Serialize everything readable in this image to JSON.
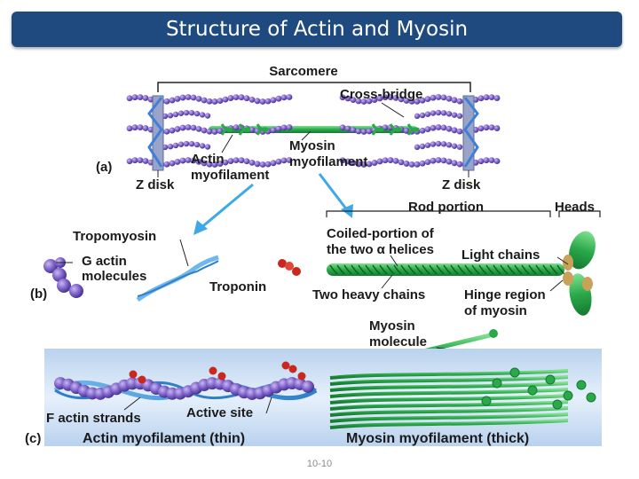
{
  "title": "Structure of Actin and Myosin",
  "labels": {
    "sarcomere": "Sarcomere",
    "cross_bridge": "Cross-bridge",
    "panel_a": "(a)",
    "actin_myofilament_1": "Actin",
    "actin_myofilament_2": "myofilament",
    "myosin_myofilament_1": "Myosin",
    "myosin_myofilament_2": "myofilament",
    "z_disk_left": "Z disk",
    "z_disk_right": "Z disk",
    "tropomyosin": "Tropomyosin",
    "g_actin_1": "G actin",
    "g_actin_2": "molecules",
    "panel_b": "(b)",
    "troponin": "Troponin",
    "rod_portion": "Rod portion",
    "heads": "Heads",
    "coiled_1": "Coiled-portion of",
    "coiled_2": "the two α helices",
    "light_chains": "Light chains",
    "two_heavy_chains": "Two heavy chains",
    "hinge_1": "Hinge region",
    "hinge_2": "of myosin",
    "myosin_molecule_1": "Myosin",
    "myosin_molecule_2": "molecule",
    "f_actin_strands": "F actin strands",
    "active_site": "Active site",
    "panel_c": "(c)",
    "actin_thin": "Actin myofilament (thin)",
    "myosin_thick": "Myosin myofilament (thick)"
  },
  "footer": "10-10",
  "colors": {
    "title_bar": "#1f4a80",
    "actin": "#7b5fc7",
    "myosin": "#2aa84a",
    "z_disk": "#5b8fd8",
    "troponin": "#c8281e",
    "panel_c_bg": "#cfe0f4"
  }
}
